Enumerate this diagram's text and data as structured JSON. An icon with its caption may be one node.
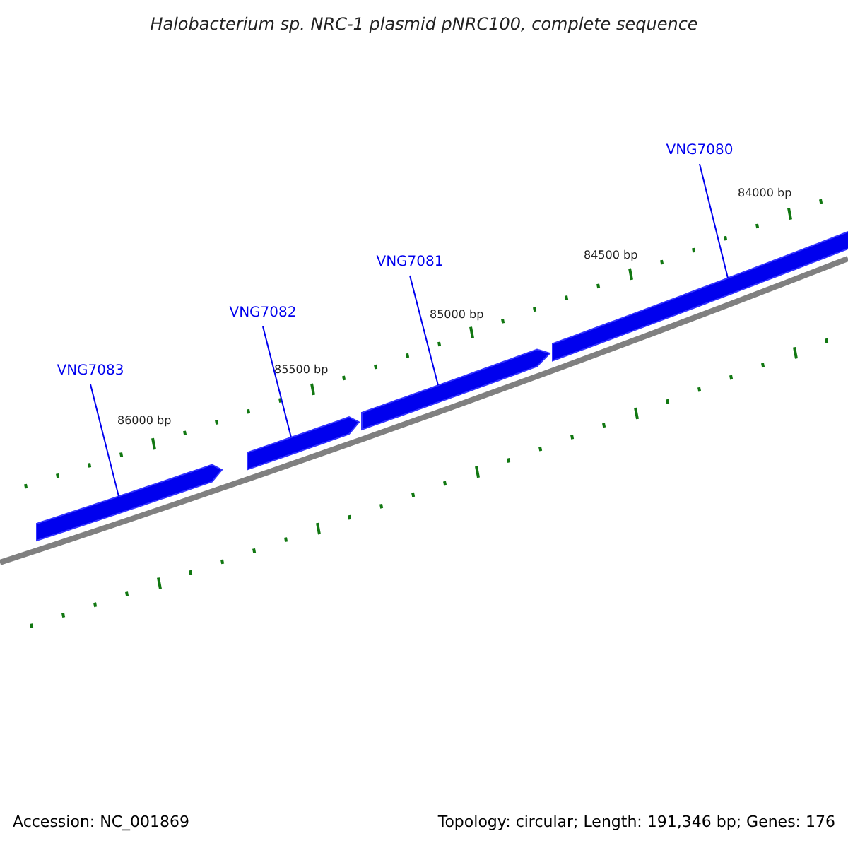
{
  "diagram": {
    "title": "Halobacterium sp. NRC-1 plasmid pNRC100, complete sequence",
    "nodes": [
      {
        "text": [
          "VNG7080"
        ]
      },
      {
        "text": [
          "VNG7081"
        ]
      },
      {
        "text": [
          "VNG7082"
        ]
      },
      {
        "text": [
          "VNG7083"
        ]
      },
      {
        "text": [],
        "shape": "bar"
      },
      {
        "text": [],
        "shape": "bar"
      },
      {
        "text": [],
        "shape": "bar"
      },
      {
        "text": [],
        "shape": "bar"
      }
    ],
    "edges": [
      {
        "from": 0,
        "to": 7,
        "arrow": "none"
      },
      {
        "from": 1,
        "to": 6,
        "arrow": "none"
      },
      {
        "from": 2,
        "to": 5,
        "arrow": "none"
      },
      {
        "from": 3,
        "to": 4,
        "arrow": "none"
      }
    ],
    "labels": [
      "84000 bp",
      "84500 bp",
      "85000 bp",
      "85500 bp",
      "86000 bp",
      "Accession: NC_001869",
      "Topology: circular; Length: 191,346 bp; Genes: 176"
    ]
  }
}
